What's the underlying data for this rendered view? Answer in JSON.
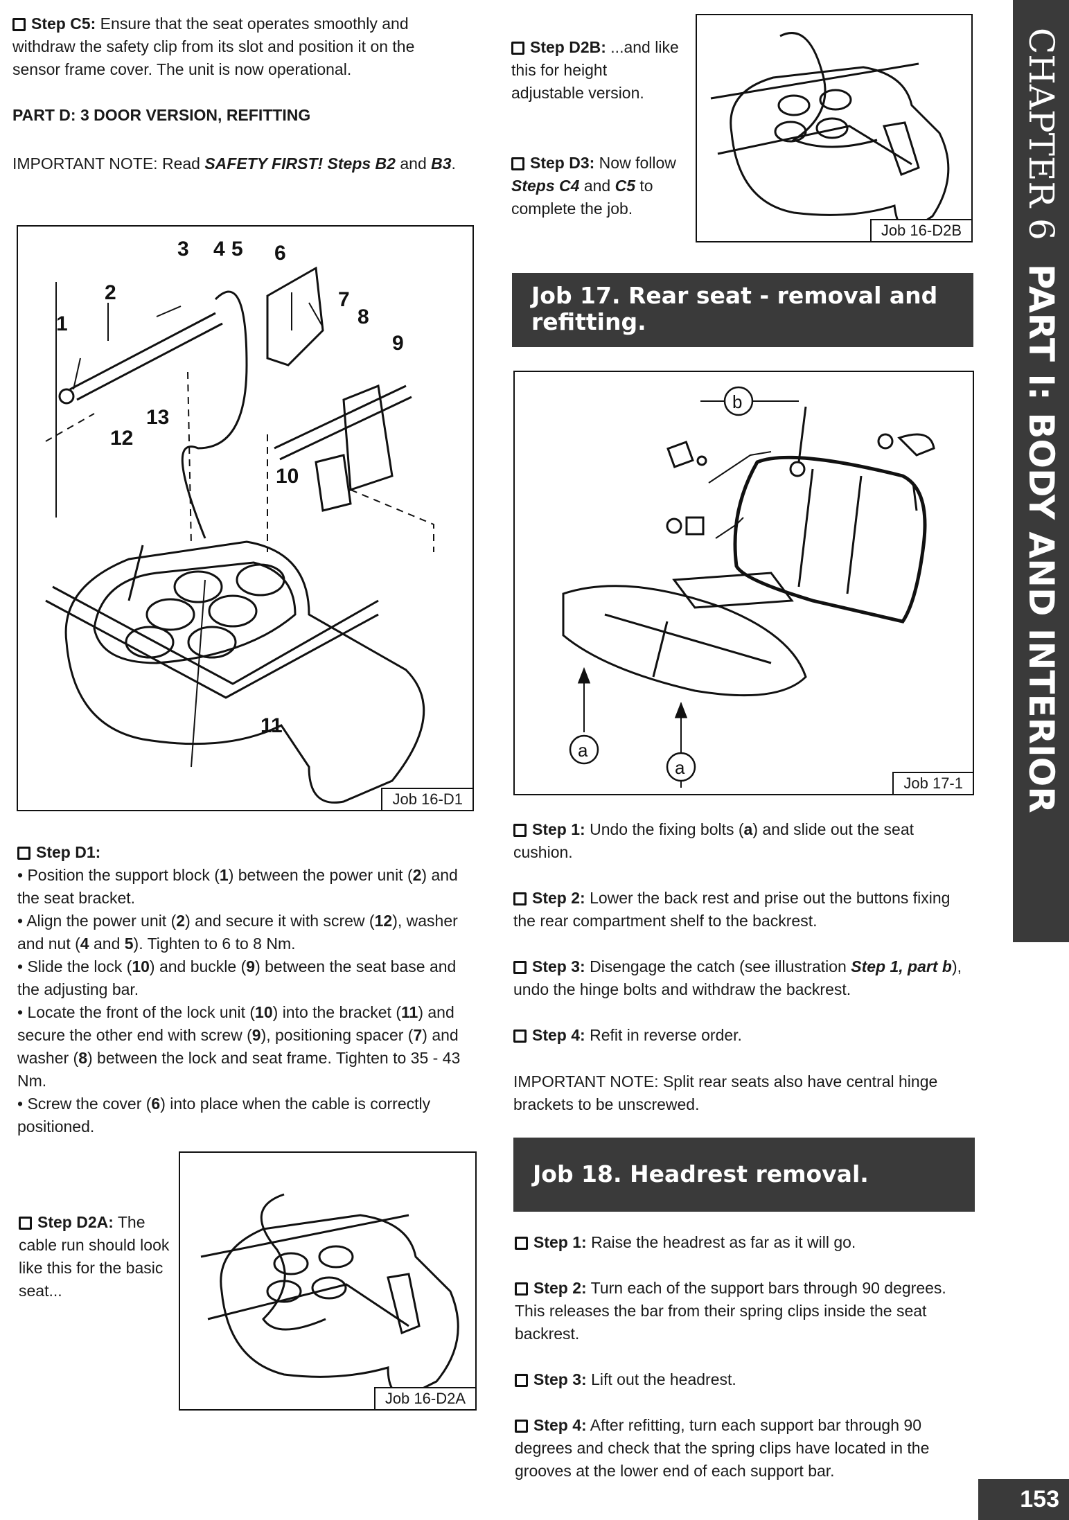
{
  "left_column": {
    "step_c5": {
      "label": "Step C5:",
      "text": " Ensure that the seat operates smoothly and withdraw the safety clip from its slot and position it on the sensor frame cover. The unit is now operational."
    },
    "part_d_heading": "PART D: 3 DOOR VERSION, REFITTING",
    "important_note": {
      "prefix": "IMPORTANT NOTE: Read ",
      "bold": "SAFETY FIRST! Steps B2",
      "mid": " and ",
      "bold2": "B3",
      "suffix": "."
    },
    "figure_d1": {
      "caption": "Job 16-D1",
      "callouts": [
        "1",
        "2",
        "3",
        "4",
        "5",
        "6",
        "7",
        "8",
        "9",
        "10",
        "11",
        "12",
        "13"
      ]
    },
    "step_d1": {
      "label": "Step D1:",
      "bullets": [
        [
          "Position the support block (",
          "1",
          ") between the power unit (",
          "2",
          ") and the seat bracket."
        ],
        [
          "Align the power unit (",
          "2",
          ") and secure it with screw (",
          "12",
          "), washer and nut (",
          "4",
          " and ",
          "5",
          "). Tighten to 6 to 8 Nm."
        ],
        [
          "Slide the lock (",
          "10",
          ") and buckle (",
          "9",
          ") between the seat base and the adjusting bar."
        ],
        [
          "Locate the front of the lock unit (",
          "10",
          ") into the bracket (",
          "11",
          ") and secure the other end with screw (",
          "9",
          "), positioning spacer (",
          "7",
          ") and washer (",
          "8",
          ") between the lock and seat frame. Tighten to 35 - 43 Nm."
        ],
        [
          "Screw the cover (",
          "6",
          ") into place when the cable is correctly positioned."
        ]
      ]
    },
    "step_d2a": {
      "label": "Step D2A:",
      "text": " The cable run should look like this for the basic seat..."
    },
    "figure_d2a": {
      "caption": "Job 16-D2A"
    }
  },
  "right_column": {
    "step_d2b": {
      "label": "Step D2B:",
      "text": " ...and like this for height adjustable version."
    },
    "step_d3": {
      "label": "Step D3:",
      "text_a": " Now follow ",
      "bold_a": "Steps C4",
      "text_b": " and ",
      "bold_b": "C5",
      "text_c": " to complete the job."
    },
    "figure_d2b": {
      "caption": "Job 16-D2B"
    },
    "job17": {
      "banner": "Job 17. Rear seat - removal and refitting.",
      "figure": {
        "caption": "Job 17-1",
        "callouts": [
          "a",
          "a",
          "b"
        ]
      },
      "steps": [
        {
          "label": "Step 1:",
          "parts": [
            " Undo the fixing bolts (",
            "a",
            ") and slide out the seat cushion."
          ]
        },
        {
          "label": "Step 2:",
          "parts": [
            " Lower the back rest and prise out the buttons fixing the rear compartment shelf to the backrest."
          ]
        },
        {
          "label": "Step 3:",
          "parts": [
            " Disengage the catch (see illustration ",
            "Step 1, part b",
            "), undo the hinge bolts and withdraw the backrest."
          ]
        },
        {
          "label": "Step 4:",
          "parts": [
            " Refit in reverse order."
          ]
        }
      ],
      "note": "IMPORTANT NOTE: Split rear seats also have central hinge brackets to be unscrewed."
    },
    "job18": {
      "banner": "Job 18. Headrest removal.",
      "steps": [
        {
          "label": "Step 1:",
          "text": " Raise the headrest as far as it will go."
        },
        {
          "label": "Step 2:",
          "text": " Turn each of the support bars through 90 degrees. This releases the bar from their spring clips inside the seat backrest."
        },
        {
          "label": "Step 3:",
          "text": " Lift out the headrest."
        },
        {
          "label": "Step 4:",
          "text": " After refitting, turn each support bar through 90 degrees and check that the spring clips have located in the grooves at the lower end of each support bar."
        }
      ]
    }
  },
  "sidebar": {
    "chapter": "CHAPTER 6",
    "part": "PART I: BODY AND INTERIOR"
  },
  "page_number": "153"
}
